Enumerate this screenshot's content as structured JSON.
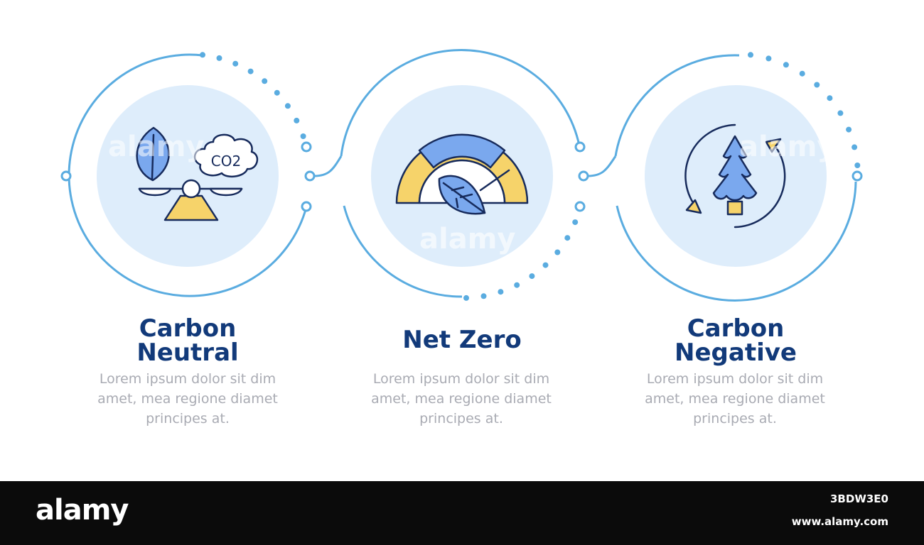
{
  "steps": [
    {
      "title_lines": [
        "Carbon",
        "Neutral"
      ],
      "desc_lines": [
        "Lorem ipsum dolor sit dim",
        "amet, mea regione diamet",
        "principes at."
      ],
      "icon": "leaf-scale-co2-icon",
      "icon_text": "CO2"
    },
    {
      "title_lines": [
        "Net Zero"
      ],
      "desc_lines": [
        "Lorem ipsum dolor sit dim",
        "amet, mea regione diamet",
        "principes at."
      ],
      "icon": "gauge-leaf-icon"
    },
    {
      "title_lines": [
        "Carbon",
        "Negative"
      ],
      "desc_lines": [
        "Lorem ipsum dolor sit dim",
        "amet, mea regione diamet",
        "principes at."
      ],
      "icon": "tree-cycle-icon"
    }
  ],
  "colors": {
    "line": "#5aace0",
    "disc": "#deedfb",
    "title": "#123a7a",
    "desc": "#a9abb3",
    "icon_blue": "#7aa8ee",
    "icon_yellow": "#f6d36a",
    "icon_stroke": "#172b5c"
  },
  "footer": {
    "brand": "alamy",
    "image_id": "3BDW3E0",
    "site": "www.alamy.com"
  },
  "watermark": "alamy"
}
